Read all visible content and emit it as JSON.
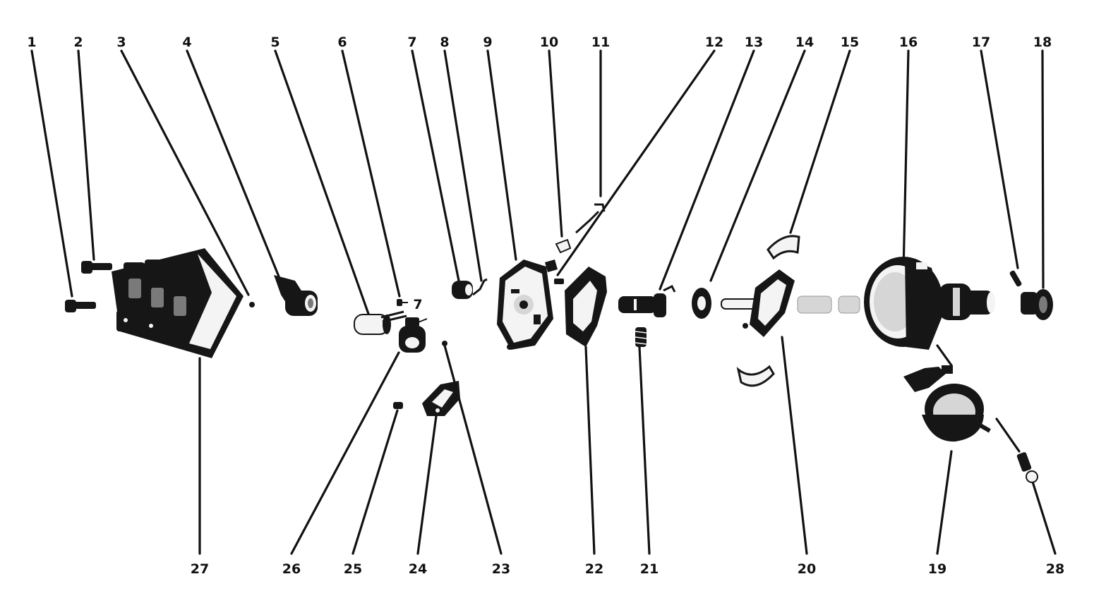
{
  "diagram": {
    "top_callouts": [
      "1",
      "2",
      "3",
      "4",
      "5",
      "6",
      "7",
      "8",
      "9",
      "10",
      "11",
      "12",
      "13",
      "14",
      "15",
      "16",
      "17",
      "18"
    ],
    "bottom_callouts": [
      "27",
      "26",
      "25",
      "24",
      "23",
      "22",
      "21",
      "20",
      "19",
      "28"
    ]
  }
}
